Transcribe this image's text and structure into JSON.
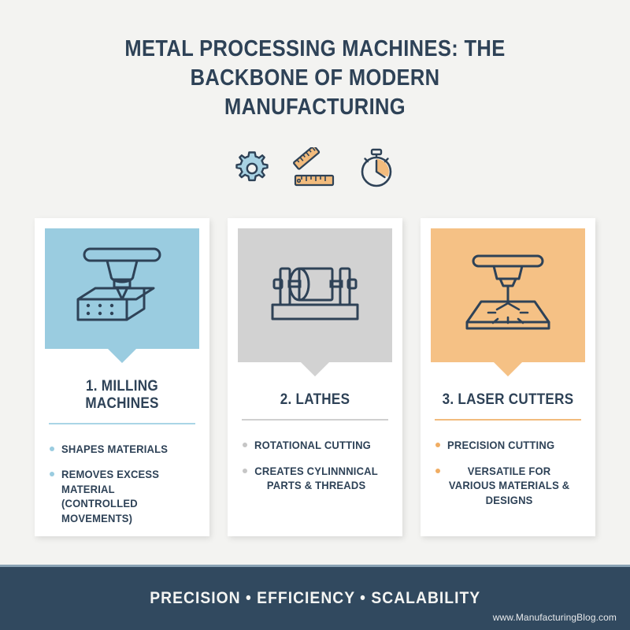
{
  "header": {
    "title": "METAL PROCESSING MACHINES: THE BACKBONE OF MODERN MANUFACTURING",
    "icons": [
      {
        "name": "gear-icon",
        "color": "#a8d2e3"
      },
      {
        "name": "rulers-icon",
        "color": "#f2bb7d"
      },
      {
        "name": "stopwatch-icon",
        "color": "#f2bb7d"
      }
    ]
  },
  "cards": [
    {
      "icon": "milling-machine-icon",
      "title": "1. MILLING MACHINES",
      "accent": "#9acce0",
      "header_bg": "#9acce0",
      "divider": "#a9d5e6",
      "bullets": [
        "SHAPES MATERIALS",
        "REMOVES EXCESS MATERIAL (CONTROLLED MOVEMENTS)"
      ]
    },
    {
      "icon": "lathe-icon",
      "title": "2. LATHES",
      "accent": "#cfcfcf",
      "header_bg": "#d2d2d2",
      "divider": "#cfcfcf",
      "bullets": [
        "ROTATIONAL CUTTING",
        "CREATES CYLINNNICAL PARTS & THREADS"
      ]
    },
    {
      "icon": "laser-cutter-icon",
      "title": "3. LASER CUTTERS",
      "accent": "#f2bb7d",
      "header_bg": "#f5c185",
      "divider": "#f2bb7d",
      "bullets": [
        "PRECISION CUTTING",
        "VERSATILE FOR VARIOUS MATERIALS & DESIGNS"
      ]
    }
  ],
  "footer": {
    "tagline": "PRECISION • EFFICIENCY • SCALABILITY",
    "url": "www.ManufacturingBlog.com",
    "background": "#31495f"
  },
  "colors": {
    "page_background": "#f3f3f1",
    "ink": "#2e4257",
    "card_background": "#ffffff"
  }
}
